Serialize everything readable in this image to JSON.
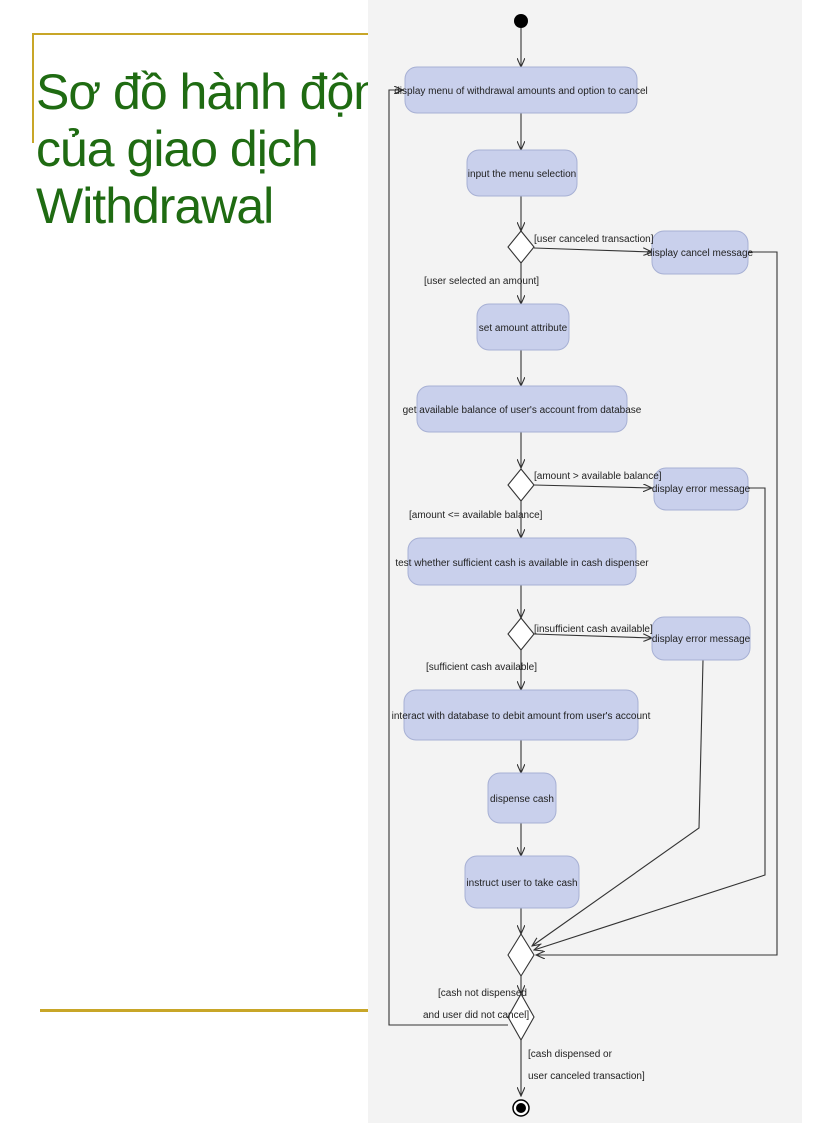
{
  "title_lines": [
    "Sơ đồ hành động",
    "của giao dịch",
    "Withdrawal"
  ],
  "activities": {
    "display_menu": "display menu of withdrawal amounts and option to cancel",
    "input_selection": "input the menu selection",
    "display_cancel": "display cancel message",
    "set_amount": "set amount attribute",
    "get_balance": "get available balance of user's account from database",
    "display_error_1": "display error message",
    "test_cash": "test whether sufficient cash is available in cash dispenser",
    "display_error_2": "display error message",
    "interact_db": "interact with database to debit amount from user's account",
    "dispense": "dispense cash",
    "instruct": "instruct user to take cash"
  },
  "guards": {
    "user_canceled": "[user canceled transaction]",
    "user_selected": "[user selected an amount]",
    "amount_gt": "[amount > available balance]",
    "amount_le": "[amount <= available balance]",
    "insufficient": "[insufficient cash available]",
    "sufficient": "[sufficient cash available]",
    "not_dispensed_1": "[cash not dispensed",
    "not_dispensed_2": "and user did not cancel]",
    "dispensed_1": "[cash dispensed or",
    "dispensed_2": "user canceled transaction]"
  }
}
